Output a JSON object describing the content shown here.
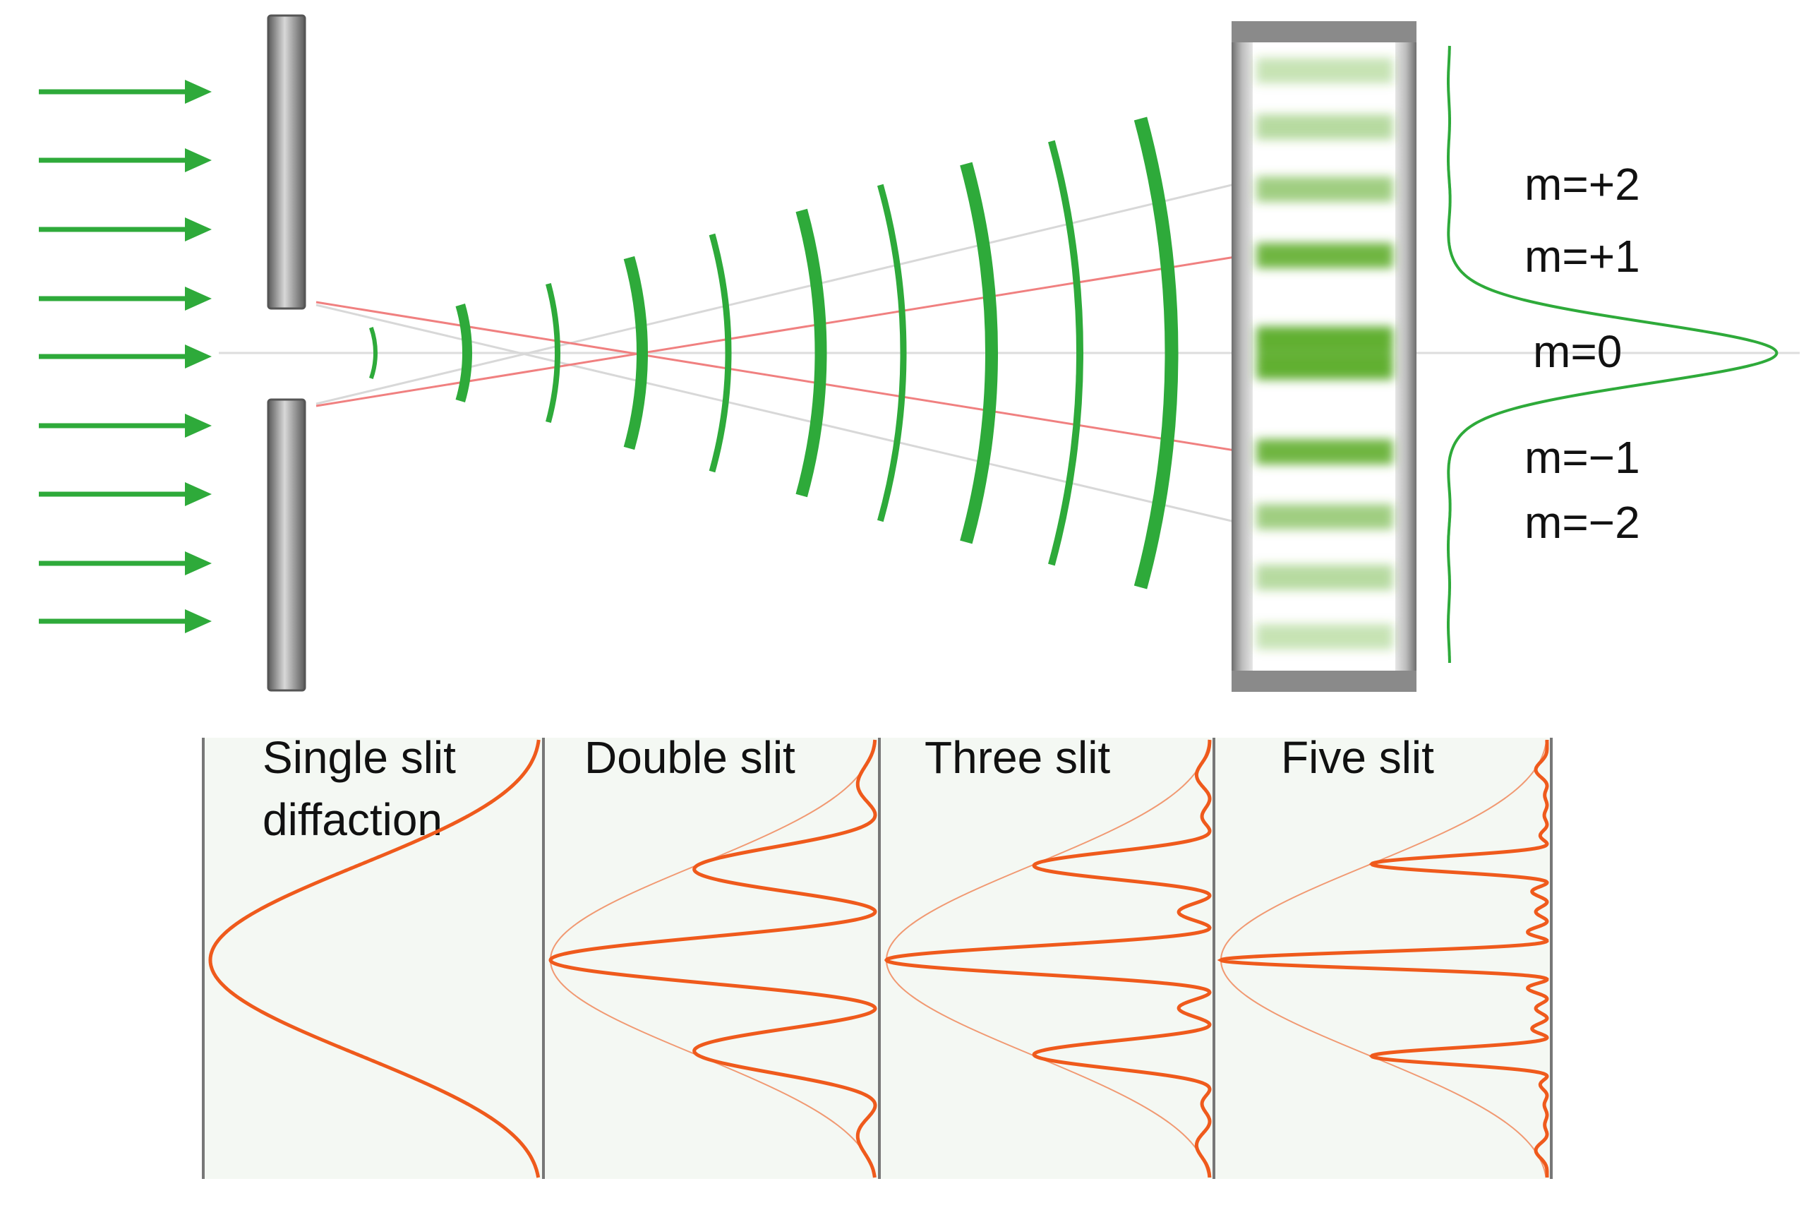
{
  "colors": {
    "wave_green": "#2eaa3a",
    "fringe_green": "#5fae2e",
    "curve_orange": "#ef5a1c",
    "ray_red": "#f08080",
    "panel_bg": "#f4f8f3",
    "slit_gray": "#888888"
  },
  "order_labels": [
    "m=+2",
    "m=+1",
    "m=0",
    "m=−1",
    "m=−2"
  ],
  "panels": [
    {
      "title_lines": [
        "Single slit",
        "diffaction"
      ],
      "slits": 1
    },
    {
      "title_lines": [
        "Double slit"
      ],
      "slits": 2
    },
    {
      "title_lines": [
        "Three slit"
      ],
      "slits": 3
    },
    {
      "title_lines": [
        "Five slit"
      ],
      "slits": 5
    }
  ]
}
